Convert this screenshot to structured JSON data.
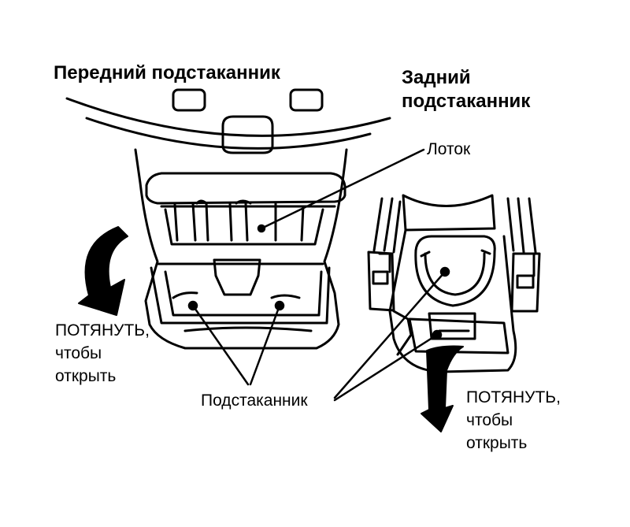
{
  "titles": {
    "front": "Передний подстаканник",
    "rear_line1": "Задний",
    "rear_line2": "подстаканник"
  },
  "callouts": {
    "tray": "Лоток",
    "cupholder": "Подстаканник"
  },
  "instructions": {
    "front": [
      "ПОТЯНУТЬ,",
      "чтобы",
      "открыть"
    ],
    "rear": [
      "ПОТЯНУТЬ,",
      "чтобы",
      "открыть"
    ]
  },
  "colors": {
    "ink": "#000000",
    "paper": "#ffffff"
  }
}
